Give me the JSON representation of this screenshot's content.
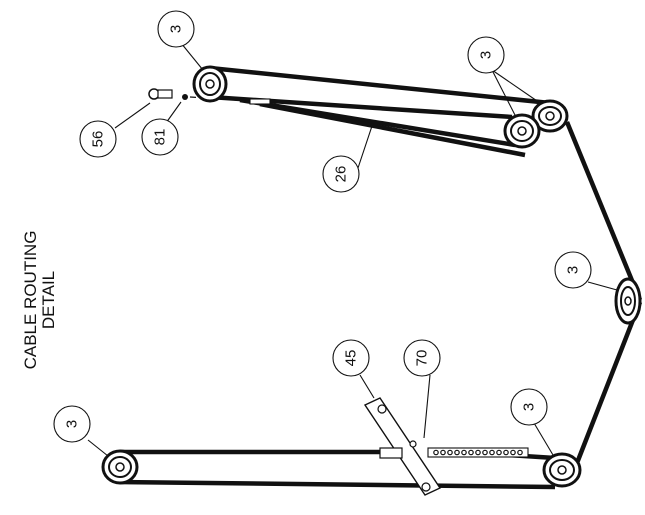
{
  "title": {
    "line1": "CABLE ROUTING",
    "line2": "DETAIL"
  },
  "callouts": {
    "pulley_top_left": "3",
    "pulley_top_right": "3",
    "pulley_middle_right": "3",
    "pulley_bottom_right": "3",
    "pulley_bottom_left": "3",
    "cable": "26",
    "eye_bolt": "56",
    "ferrule": "81",
    "bracket": "45",
    "pin": "70"
  },
  "colors": {
    "line": "#111111",
    "background": "#ffffff"
  }
}
